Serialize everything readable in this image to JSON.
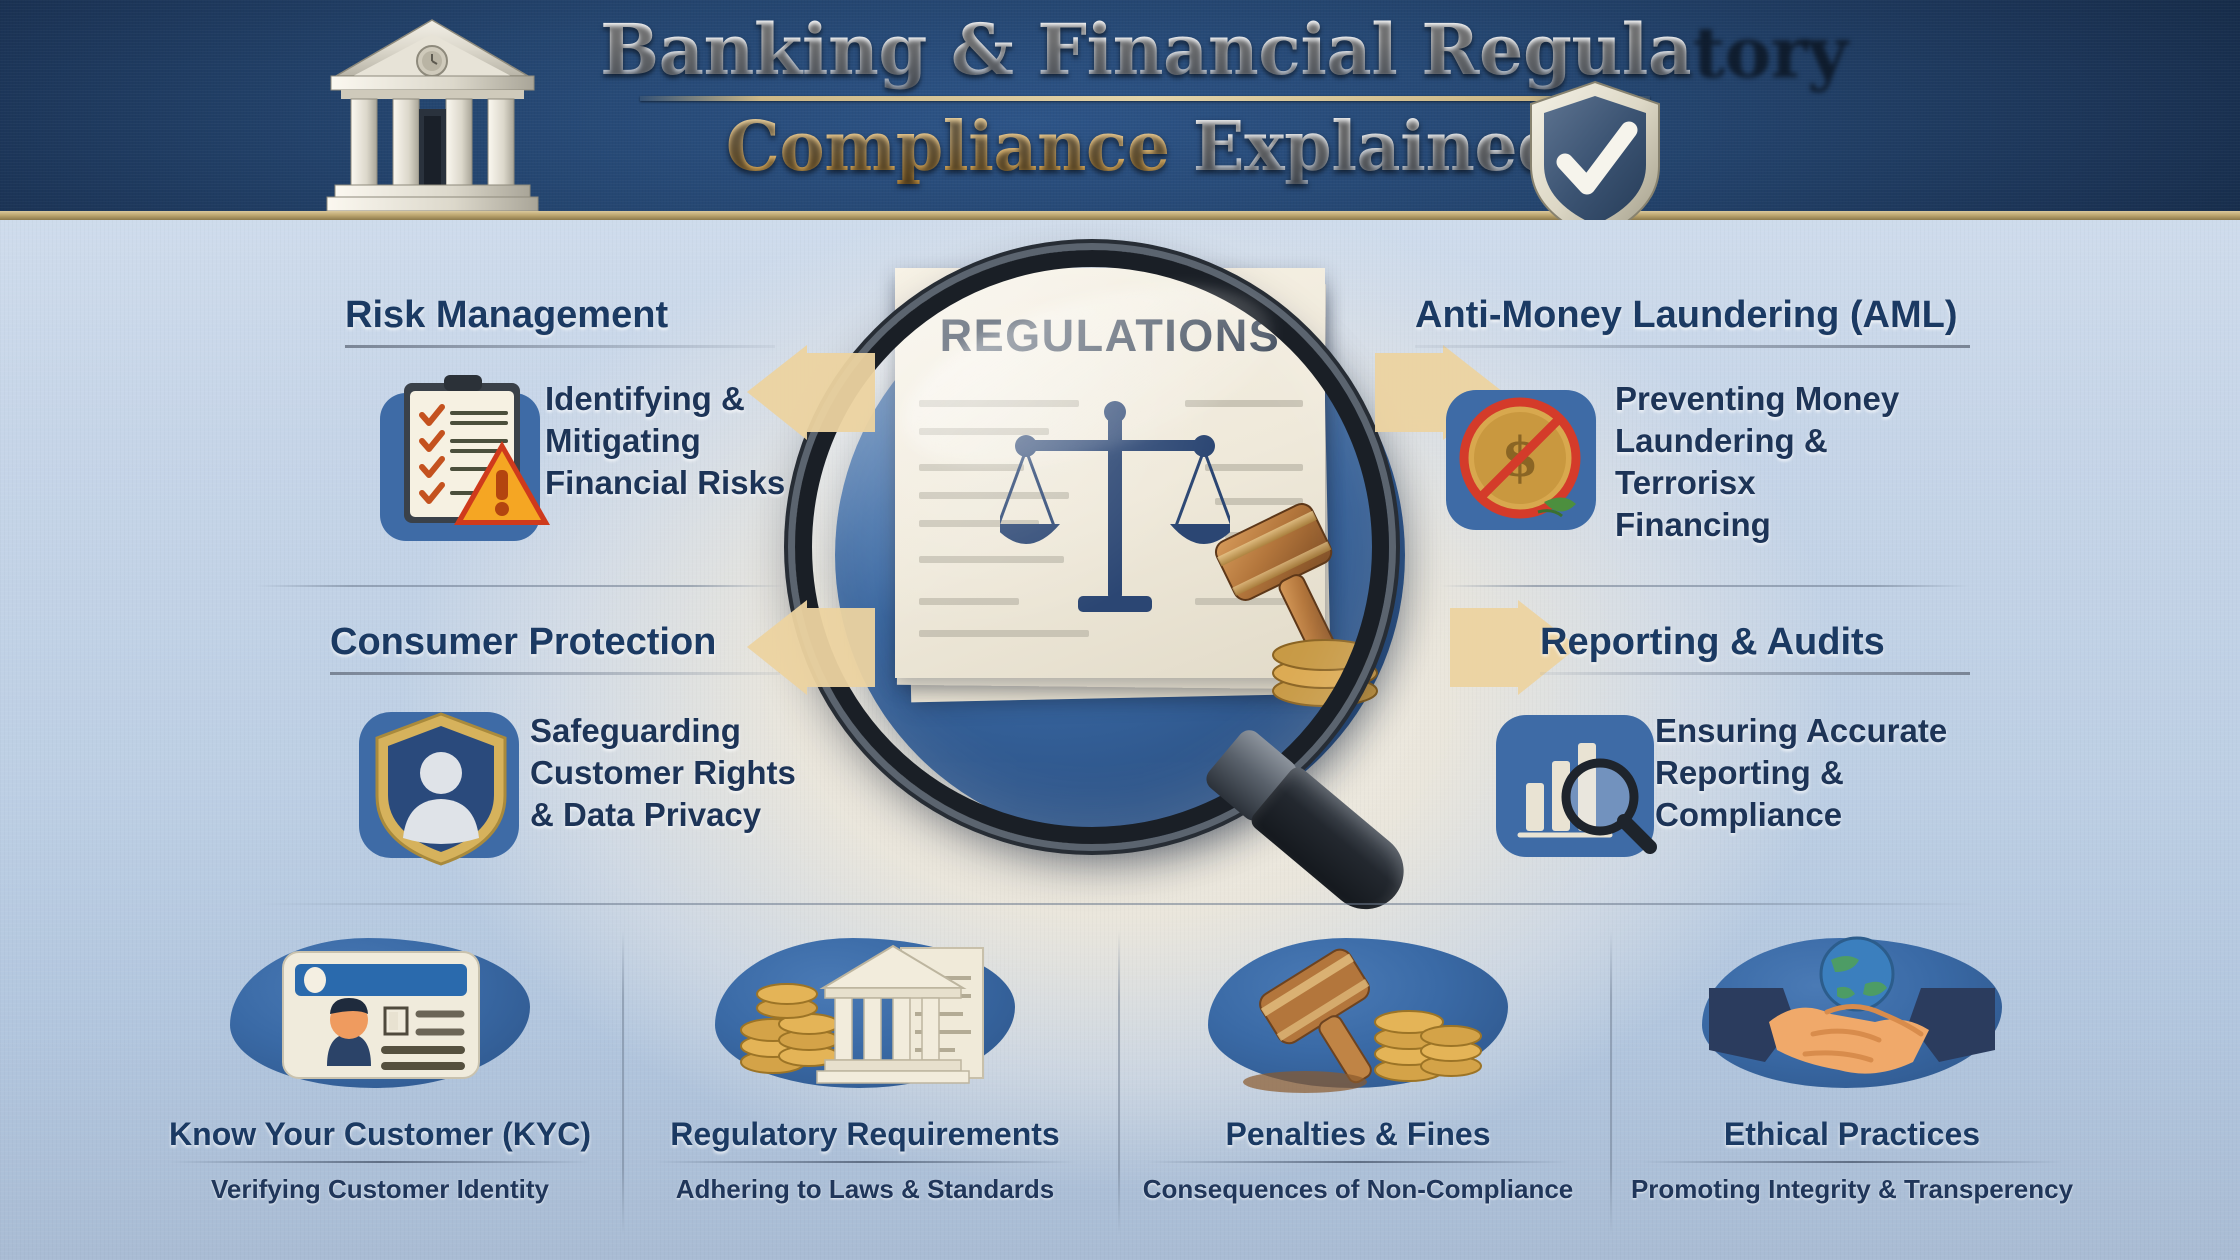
{
  "header": {
    "title_line1": "Banking & Financial Regulatory",
    "title_line2_gold": "Compliance",
    "title_line2_white": "Explained",
    "bank_icon": "bank-building-icon",
    "shield_icon": "shield-check-icon"
  },
  "center": {
    "document_title": "REGULATIONS",
    "magnifier_icon": "magnifying-glass-icon",
    "scales_icon": "scales-of-justice-icon",
    "gavel_icon": "gavel-icon"
  },
  "quadrants": [
    {
      "id": "risk-management",
      "title": "Risk Management",
      "desc_lines": [
        "Identifying &",
        "Mitigating",
        "Financial Risks"
      ],
      "icon": "clipboard-warning-icon",
      "align": "left"
    },
    {
      "id": "anti-money-laundering",
      "title": "Anti-Money Laundering (AML)",
      "desc_lines": [
        "Preventing Money",
        "Laundering & Terrorisx",
        "Financing"
      ],
      "icon": "money-bag-blocked-icon",
      "align": "right"
    },
    {
      "id": "consumer-protection",
      "title": "Consumer Protection",
      "desc_lines": [
        "Safeguarding",
        "Customer Rights",
        "& Data Privacy"
      ],
      "icon": "shield-person-icon",
      "align": "left"
    },
    {
      "id": "reporting-audits",
      "title": "Reporting & Audits",
      "desc_lines": [
        "Ensuring Accurate",
        "Reporting &",
        "Compliance"
      ],
      "icon": "chart-magnifier-icon",
      "align": "right"
    }
  ],
  "bottom_items": [
    {
      "id": "kyc",
      "title": "Know Your Customer (KYC)",
      "desc": "Verifying Customer Identity",
      "icon": "id-card-icon"
    },
    {
      "id": "regulatory-requirements",
      "title": "Regulatory Requirements",
      "desc": "Adhering to Laws & Standards",
      "icon": "bank-coins-document-icon"
    },
    {
      "id": "penalties-fines",
      "title": "Penalties & Fines",
      "desc": "Consequences of Non-Compliance",
      "icon": "gavel-coins-icon"
    },
    {
      "id": "ethical-practices",
      "title": "Ethical Practices",
      "desc": "Promoting Integrity & Transperency",
      "icon": "handshake-globe-icon"
    }
  ],
  "colors": {
    "header_blue": "#24456f",
    "accent_gold": "#d9a855",
    "heading_navy": "#1b3a63",
    "body_navy": "#1d3457",
    "disc_blue": "#3968a3",
    "arrow_gold": "#e8c98a"
  }
}
